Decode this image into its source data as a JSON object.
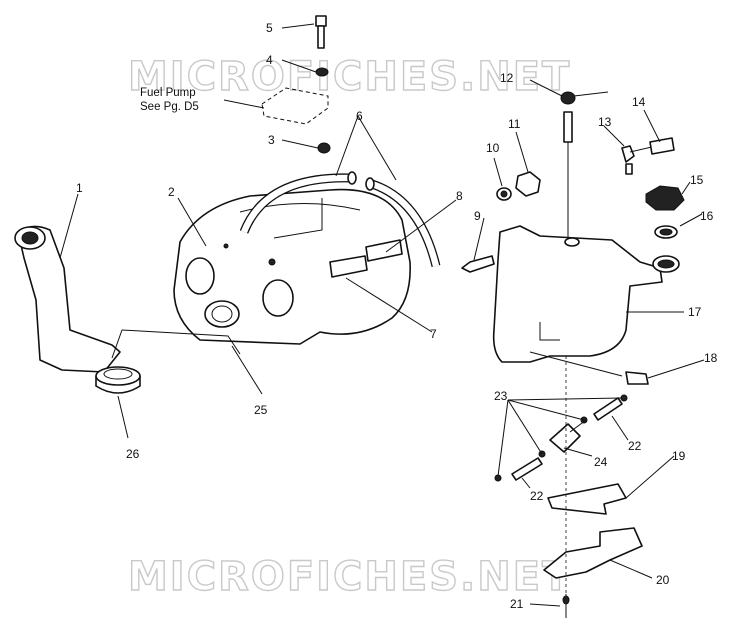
{
  "watermark": "MICROFICHES.NET",
  "note": {
    "line1": "Fuel Pump",
    "line2": "See Pg. D5"
  },
  "callouts": {
    "c1": "1",
    "c2": "2",
    "c3": "3",
    "c4": "4",
    "c5": "5",
    "c6": "6",
    "c7": "7",
    "c8": "8",
    "c9": "9",
    "c10": "10",
    "c11": "11",
    "c12": "12",
    "c13": "13",
    "c14": "14",
    "c15": "15",
    "c16": "16",
    "c17": "17",
    "c18": "18",
    "c19": "19",
    "c20": "20",
    "c21": "21",
    "c22a": "22",
    "c22b": "22",
    "c23": "23",
    "c24": "24",
    "c25": "25",
    "c26": "26"
  }
}
